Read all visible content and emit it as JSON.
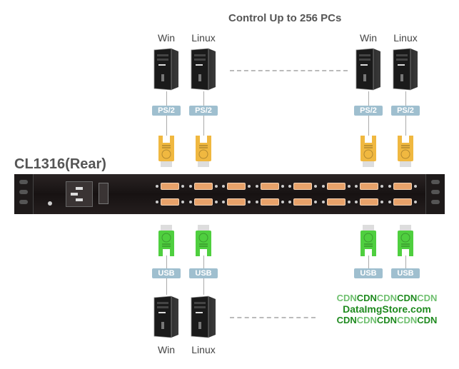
{
  "title": "Control Up to 256 PCs",
  "device_label": "CL1316(Rear)",
  "top_pcs": [
    {
      "os": "Win",
      "port": "PS/2"
    },
    {
      "os": "Linux",
      "port": "PS/2"
    },
    {
      "os": "Win",
      "port": "PS/2"
    },
    {
      "os": "Linux",
      "port": "PS/2"
    }
  ],
  "bottom_pcs": [
    {
      "os": "Win",
      "port": "USB"
    },
    {
      "os": "Linux",
      "port": "USB"
    },
    {
      "os": "",
      "port": "USB"
    },
    {
      "os": "",
      "port": "USB"
    }
  ],
  "colors": {
    "ps2_connector": "#f0b840",
    "usb_connector": "#4fcf3f",
    "badge": "#9fbfcf",
    "rack": "#1e1a1a",
    "port": "#e8a26a"
  },
  "watermark": {
    "line1": [
      "CDN",
      "CDN",
      "CDN",
      "CDN",
      "CDN"
    ],
    "line2": "DataImgStore.com",
    "line3": [
      "CDN",
      "CDN",
      "CDN",
      "CDN",
      "CDN"
    ]
  }
}
